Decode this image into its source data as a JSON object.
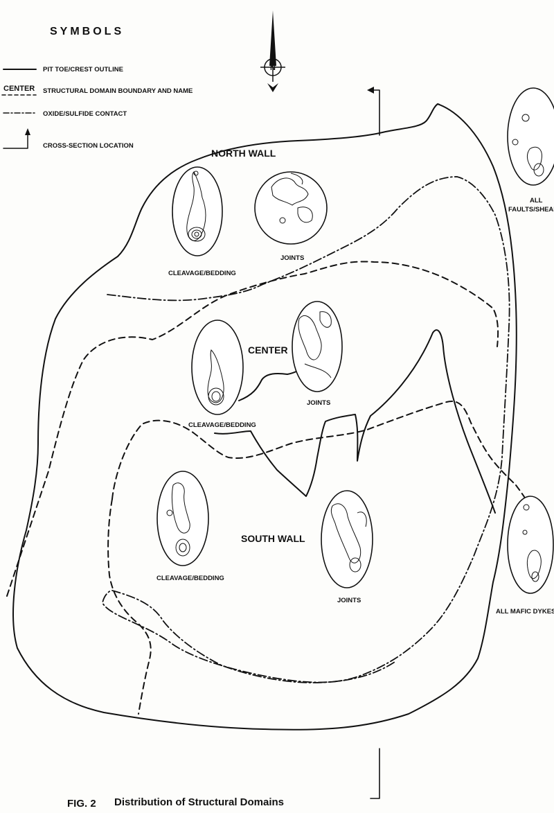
{
  "legend": {
    "title": "SYMBOLS",
    "items": [
      {
        "symbol": "solid",
        "label": "PIT TOE/CREST OUTLINE"
      },
      {
        "symbol": "dashed",
        "sample_text": "CENTER",
        "label": "STRUCTURAL DOMAIN BOUNDARY AND NAME"
      },
      {
        "symbol": "dashdot",
        "label": "OXIDE/SULFIDE CONTACT"
      },
      {
        "symbol": "section-arrow",
        "label": "CROSS-SECTION LOCATION"
      }
    ]
  },
  "north_arrow": {
    "label": "N"
  },
  "domains": {
    "north_wall": "NORTH WALL",
    "center": "CENTER",
    "south_wall": "SOUTH WALL"
  },
  "stereonets": {
    "north_cleavage": "CLEAVAGE/BEDDING",
    "north_joints": "JOINTS",
    "center_cleavage": "CLEAVAGE/BEDDING",
    "center_joints": "JOINTS",
    "south_cleavage": "CLEAVAGE/BEDDING",
    "south_joints": "JOINTS",
    "faults_line1": "ALL",
    "faults_line2": "FAULTS/SHEARS",
    "mafic_dykes": "ALL MAFIC DYKES"
  },
  "caption": {
    "fig": "FIG. 2",
    "title": "Distribution of Structural Domains"
  },
  "colors": {
    "ink": "#111111",
    "paper": "#fdfdfb"
  }
}
